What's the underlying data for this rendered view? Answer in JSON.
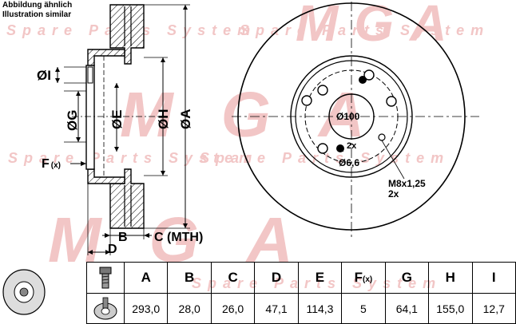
{
  "notes": {
    "line1": "Abbildung ähnlich",
    "line2": "Illustration similar"
  },
  "watermark": {
    "brand": "MGA",
    "tagline": "Spare Parts System"
  },
  "section_labels": {
    "I": "ØI",
    "G": "ØG",
    "E": "ØE",
    "H": "ØH",
    "A": "ØA",
    "F": "F",
    "F_suffix": "(x)",
    "B": "B",
    "C": "C (MTH)",
    "D": "D"
  },
  "face_labels": {
    "hub_bore": "Ø100",
    "hole_count": "2x",
    "hole_size": "Ø6,6",
    "thread": "M8x1,25",
    "thread_count": "2x"
  },
  "specs": {
    "headers": [
      "A",
      "B",
      "C",
      "D",
      "E",
      "F",
      "G",
      "H",
      "I"
    ],
    "header_F_suffix": "(x)",
    "values": [
      "293,0",
      "28,0",
      "26,0",
      "47,1",
      "114,3",
      "5",
      "64,1",
      "155,0",
      "12,7"
    ]
  },
  "icons": {
    "disc": "brake-disc-icon",
    "bolt": "bolt-icon",
    "bolt_disc": "bolt-on-disc-icon"
  },
  "colors": {
    "watermark": "#f2c6c6",
    "line": "#000000"
  }
}
